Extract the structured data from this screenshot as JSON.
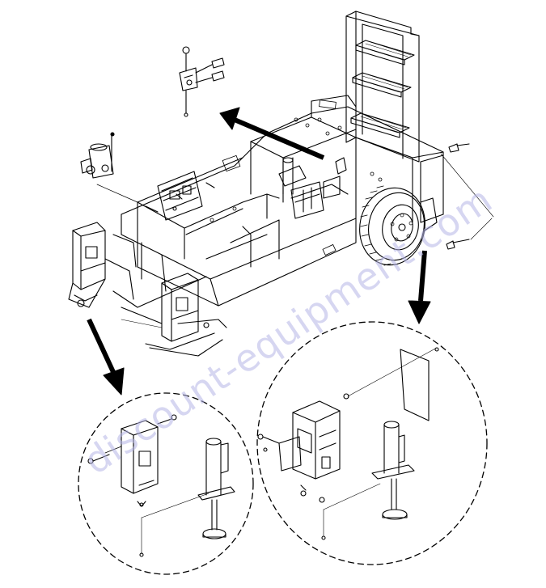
{
  "watermark": {
    "text": "discount-equipment.com",
    "color": "#b4b4e6"
  },
  "diagram": {
    "line_color": "#000000",
    "background": "#ffffff",
    "parts": [
      "main-chassis",
      "access-ladder",
      "drive-wheel",
      "left-outrigger-enclosure",
      "right-outrigger-enclosure",
      "hydraulic-valve-assembly",
      "control-box",
      "hardware-bracket-kit",
      "left-detail-inset",
      "right-detail-inset"
    ],
    "callout_arrows": [
      "arrow-to-bracket-kit",
      "arrow-to-left-inset",
      "arrow-to-right-inset"
    ]
  }
}
